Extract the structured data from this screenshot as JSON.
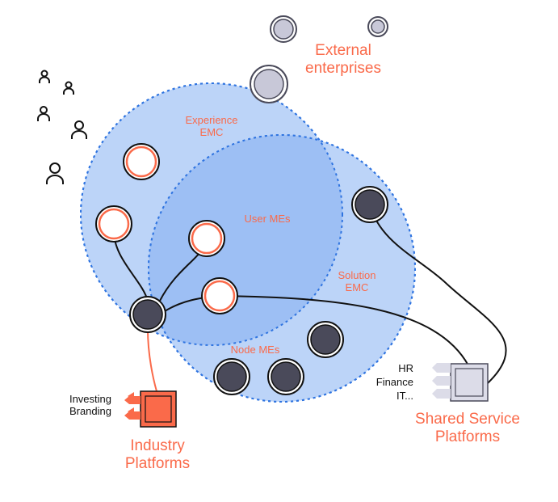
{
  "labels": {
    "external": [
      "External",
      "enterprises"
    ],
    "experience": [
      "Experience",
      "EMC"
    ],
    "user_mes": "User MEs",
    "solution": [
      "Solution",
      "EMC"
    ],
    "node_mes": "Node MEs",
    "industry": [
      "Industry",
      "Platforms"
    ],
    "shared": [
      "Shared Service",
      "Platforms"
    ],
    "industry_items": [
      "Investing",
      "Branding"
    ],
    "shared_items": [
      "HR",
      "Finance",
      "IT..."
    ]
  },
  "colors": {
    "accent": "#fa6a4a",
    "region_fill": "#bcd4f8",
    "overlap_fill": "#9dbff4",
    "region_stroke": "#2f74e0",
    "node_dark": "#4a4a5a",
    "external_fill": "#c8c8d8",
    "shared_box": "#dcdce8"
  },
  "icons": {
    "people": "person-icon",
    "industry_platform": "industry-platform-icon",
    "shared_platform": "shared-service-platform-icon"
  }
}
